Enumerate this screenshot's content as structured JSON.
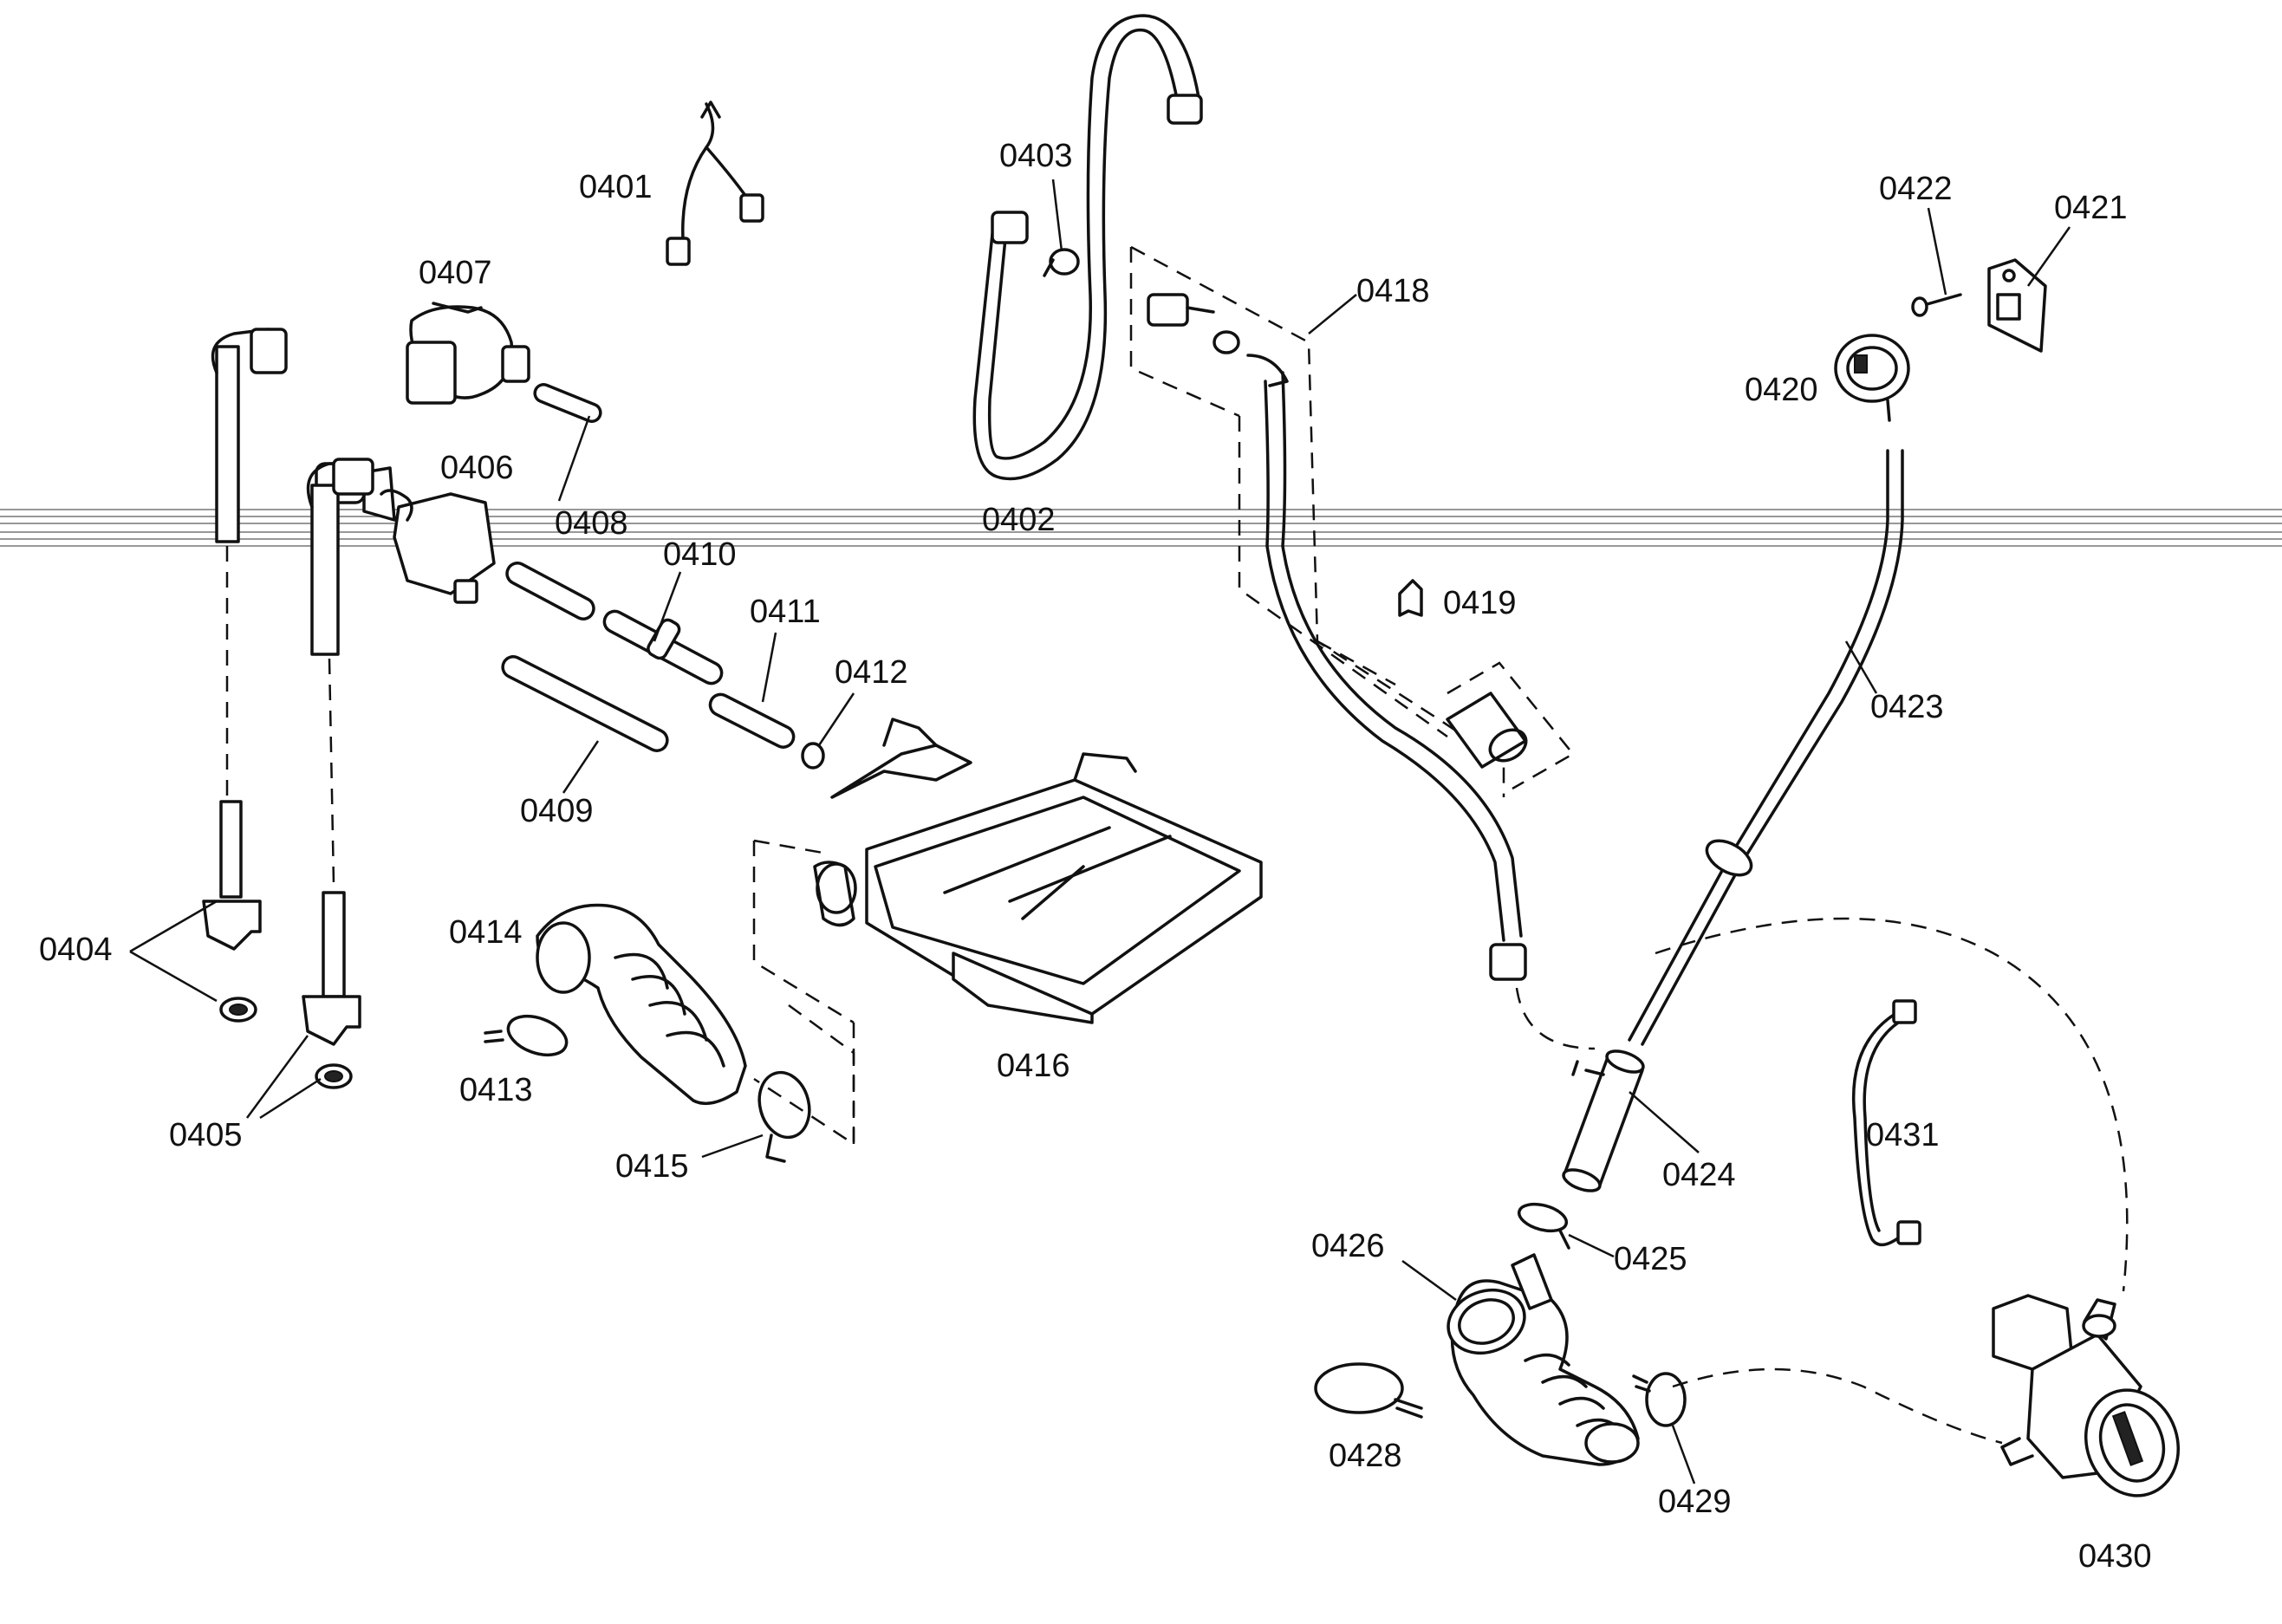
{
  "labels": {
    "p0401": "0401",
    "p0402": "0402",
    "p0403": "0403",
    "p0404": "0404",
    "p0405": "0405",
    "p0406": "0406",
    "p0407": "0407",
    "p0408": "0408",
    "p0409": "0409",
    "p0410": "0410",
    "p0411": "0411",
    "p0412": "0412",
    "p0413": "0413",
    "p0414": "0414",
    "p0415": "0415",
    "p0416": "0416",
    "p0418": "0418",
    "p0419": "0419",
    "p0420": "0420",
    "p0421": "0421",
    "p0422": "0422",
    "p0423": "0423",
    "p0424": "0424",
    "p0425": "0425",
    "p0426": "0426",
    "p0428": "0428",
    "p0429": "0429",
    "p0430": "0430",
    "p0431": "0431"
  },
  "colors": {
    "ink": "#111111",
    "background": "#ffffff"
  }
}
